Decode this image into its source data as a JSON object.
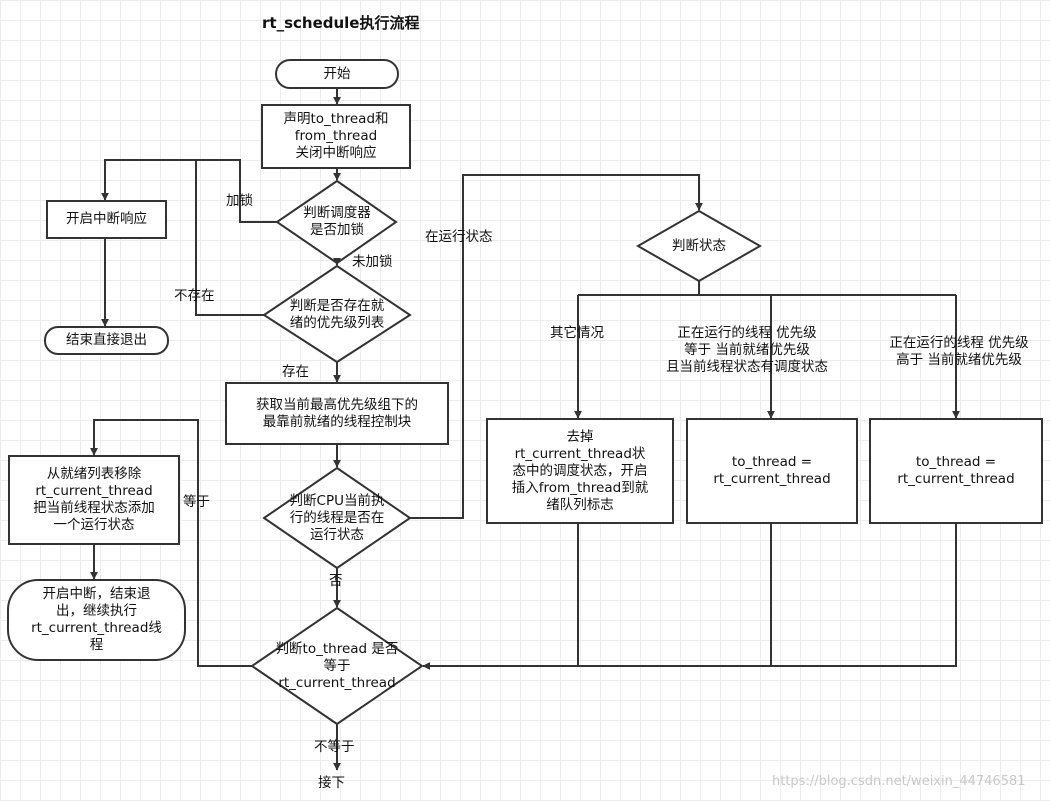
{
  "title": "rt_schedule执行流程",
  "nodes": {
    "start": "开始",
    "declare": "声明to_thread和\nfrom_thread\n关闭中断响应",
    "lock_check": "判断调度器\n是否加锁",
    "ready_check": "判断是否存在就\n绪的优先级列表",
    "get_thread": "获取当前最高优先级组下的\n最靠前就绪的线程控制块",
    "running_check": "判断CPU当前执\n行的线程是否在\n运行状态",
    "to_eq_check": "判断to_thread 是否\n等于\nrt_current_thread",
    "enable_irq": "开启中断响应",
    "exit_direct": "结束直接退出",
    "remove_ready": "从就绪列表移除\nrt_current_thread\n把当前线程状态添加\n一个运行状态",
    "enable_exit": "开启中断，结束退\n出，继续执行\nrt_current_thread线\n程",
    "state_check": "判断状态",
    "remove_sched": "去掉\nrt_current_thread状\n态中的调度状态，开启\n插入from_thread到就\n绪队列标志",
    "assign_mid": "to_thread =\nrt_current_thread",
    "assign_right": "to_thread =\nrt_current_thread"
  },
  "labels": {
    "locked": "加锁",
    "unlocked": "未加锁",
    "not_exist": "不存在",
    "exist": "存在",
    "running": "在运行状态",
    "no": "否",
    "equal": "等于",
    "not_equal": "不等于",
    "next": "接下",
    "other": "其它情况",
    "mid_cond": "正在运行的线程 优先级\n等于 当前就绪优先级\n且当前线程状态有调度状态",
    "right_cond": "正在运行的线程 优先级\n高于 当前就绪优先级"
  },
  "watermark": "https://blog.csdn.net/weixin_44746581"
}
